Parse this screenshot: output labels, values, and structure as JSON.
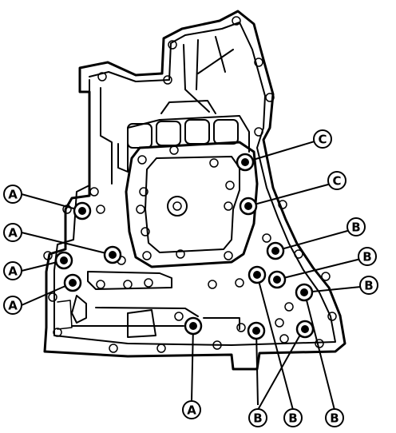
{
  "callouts": [
    {
      "id": "a1",
      "letter": "A"
    },
    {
      "id": "a2",
      "letter": "A"
    },
    {
      "id": "a3",
      "letter": "A"
    },
    {
      "id": "a4",
      "letter": "A"
    },
    {
      "id": "a5",
      "letter": "A"
    },
    {
      "id": "b1",
      "letter": "B"
    },
    {
      "id": "b2",
      "letter": "B"
    },
    {
      "id": "b3",
      "letter": "B"
    },
    {
      "id": "b4",
      "letter": "B"
    },
    {
      "id": "b5",
      "letter": "B"
    },
    {
      "id": "b6",
      "letter": "B"
    },
    {
      "id": "c1",
      "letter": "C"
    },
    {
      "id": "c2",
      "letter": "C"
    }
  ]
}
